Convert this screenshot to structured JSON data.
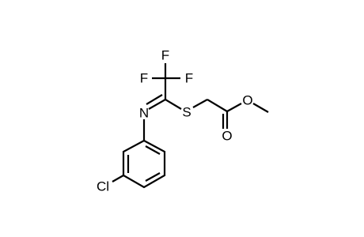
{
  "structure": {
    "atoms": {
      "f_top": "F",
      "f_left": "F",
      "f_right": "F",
      "nitrogen": "N",
      "sulfur": "S",
      "ether_oxygen": "O",
      "carbonyl_oxygen": "O",
      "chlorine": "Cl"
    }
  }
}
